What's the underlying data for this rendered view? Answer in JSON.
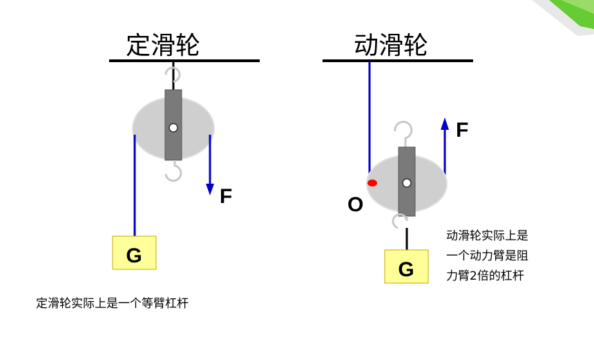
{
  "fixed_pulley": {
    "title": "定滑轮",
    "weight_label": "G",
    "force_label": "F",
    "caption": "定滑轮实际上是一个等臂杠杆"
  },
  "movable_pulley": {
    "title": "动滑轮",
    "weight_label": "G",
    "force_label": "F",
    "pivot_label": "O",
    "caption_lines": [
      "动滑轮实际上是",
      "一个动力臂是阻",
      "力臂2倍的杠杆"
    ]
  },
  "colors": {
    "rope": "#0000cc",
    "wheel": "#cfcfcf",
    "bracket": "#7a7a7a",
    "weight_box": "#ffff99",
    "weight_box_border": "#c9a800",
    "pivot": "#ff0000",
    "corner_accent": "#66cc33"
  }
}
